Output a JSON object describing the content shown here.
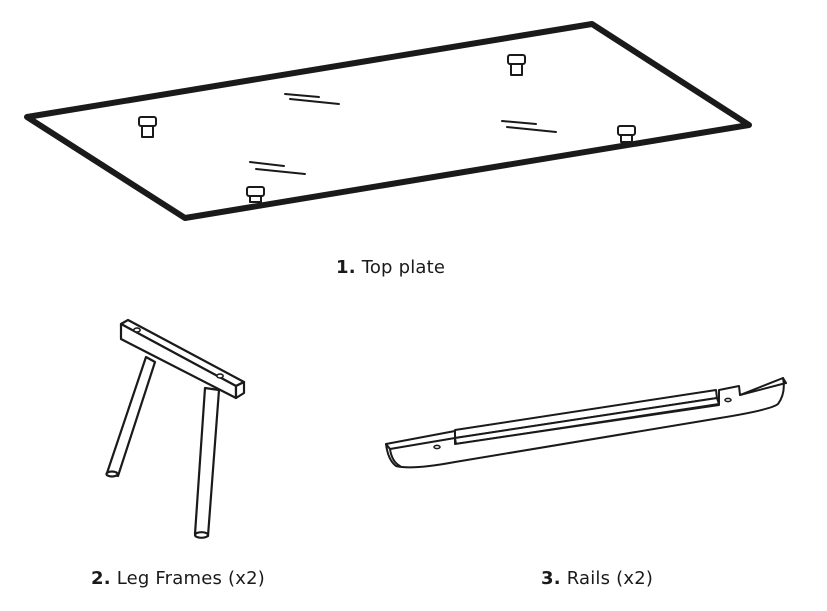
{
  "parts": [
    {
      "number": "1.",
      "label": "Top plate",
      "icon": "table-top-plate-icon"
    },
    {
      "number": "2.",
      "label": "Leg Frames (x2)",
      "icon": "leg-frame-icon"
    },
    {
      "number": "3.",
      "label": "Rails (x2)",
      "icon": "rail-icon"
    }
  ],
  "colors": {
    "line": "#1a1a1a",
    "fill": "#ffffff",
    "background": "#ffffff"
  }
}
